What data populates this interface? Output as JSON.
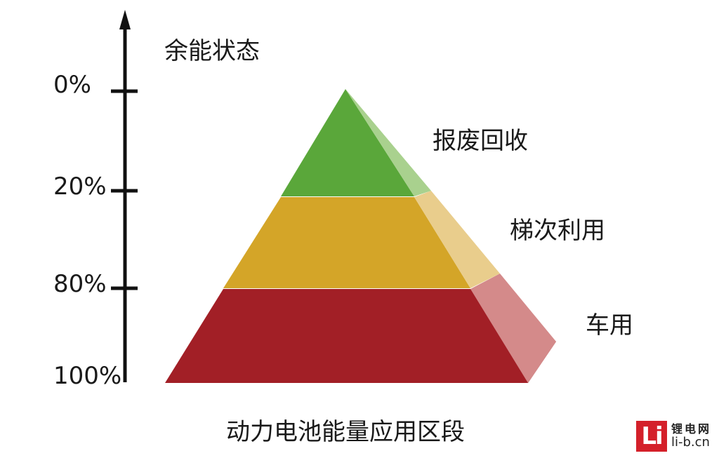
{
  "axis": {
    "title": "余能状态",
    "ticks": [
      "0%",
      "20%",
      "80%",
      "100%"
    ]
  },
  "tiers": [
    {
      "label": "报废回收",
      "color": "#5aa73a",
      "side_color": "#a9d18e"
    },
    {
      "label": "梯次利用",
      "color": "#d4a528",
      "side_color": "#e9cd8c"
    },
    {
      "label": "车用",
      "color": "#a21f26",
      "side_color": "#d48a8a"
    }
  ],
  "caption": "动力电池能量应用区段",
  "logo": {
    "mark": "Li",
    "name_cn": "锂电网",
    "url": "li-b.cn"
  }
}
